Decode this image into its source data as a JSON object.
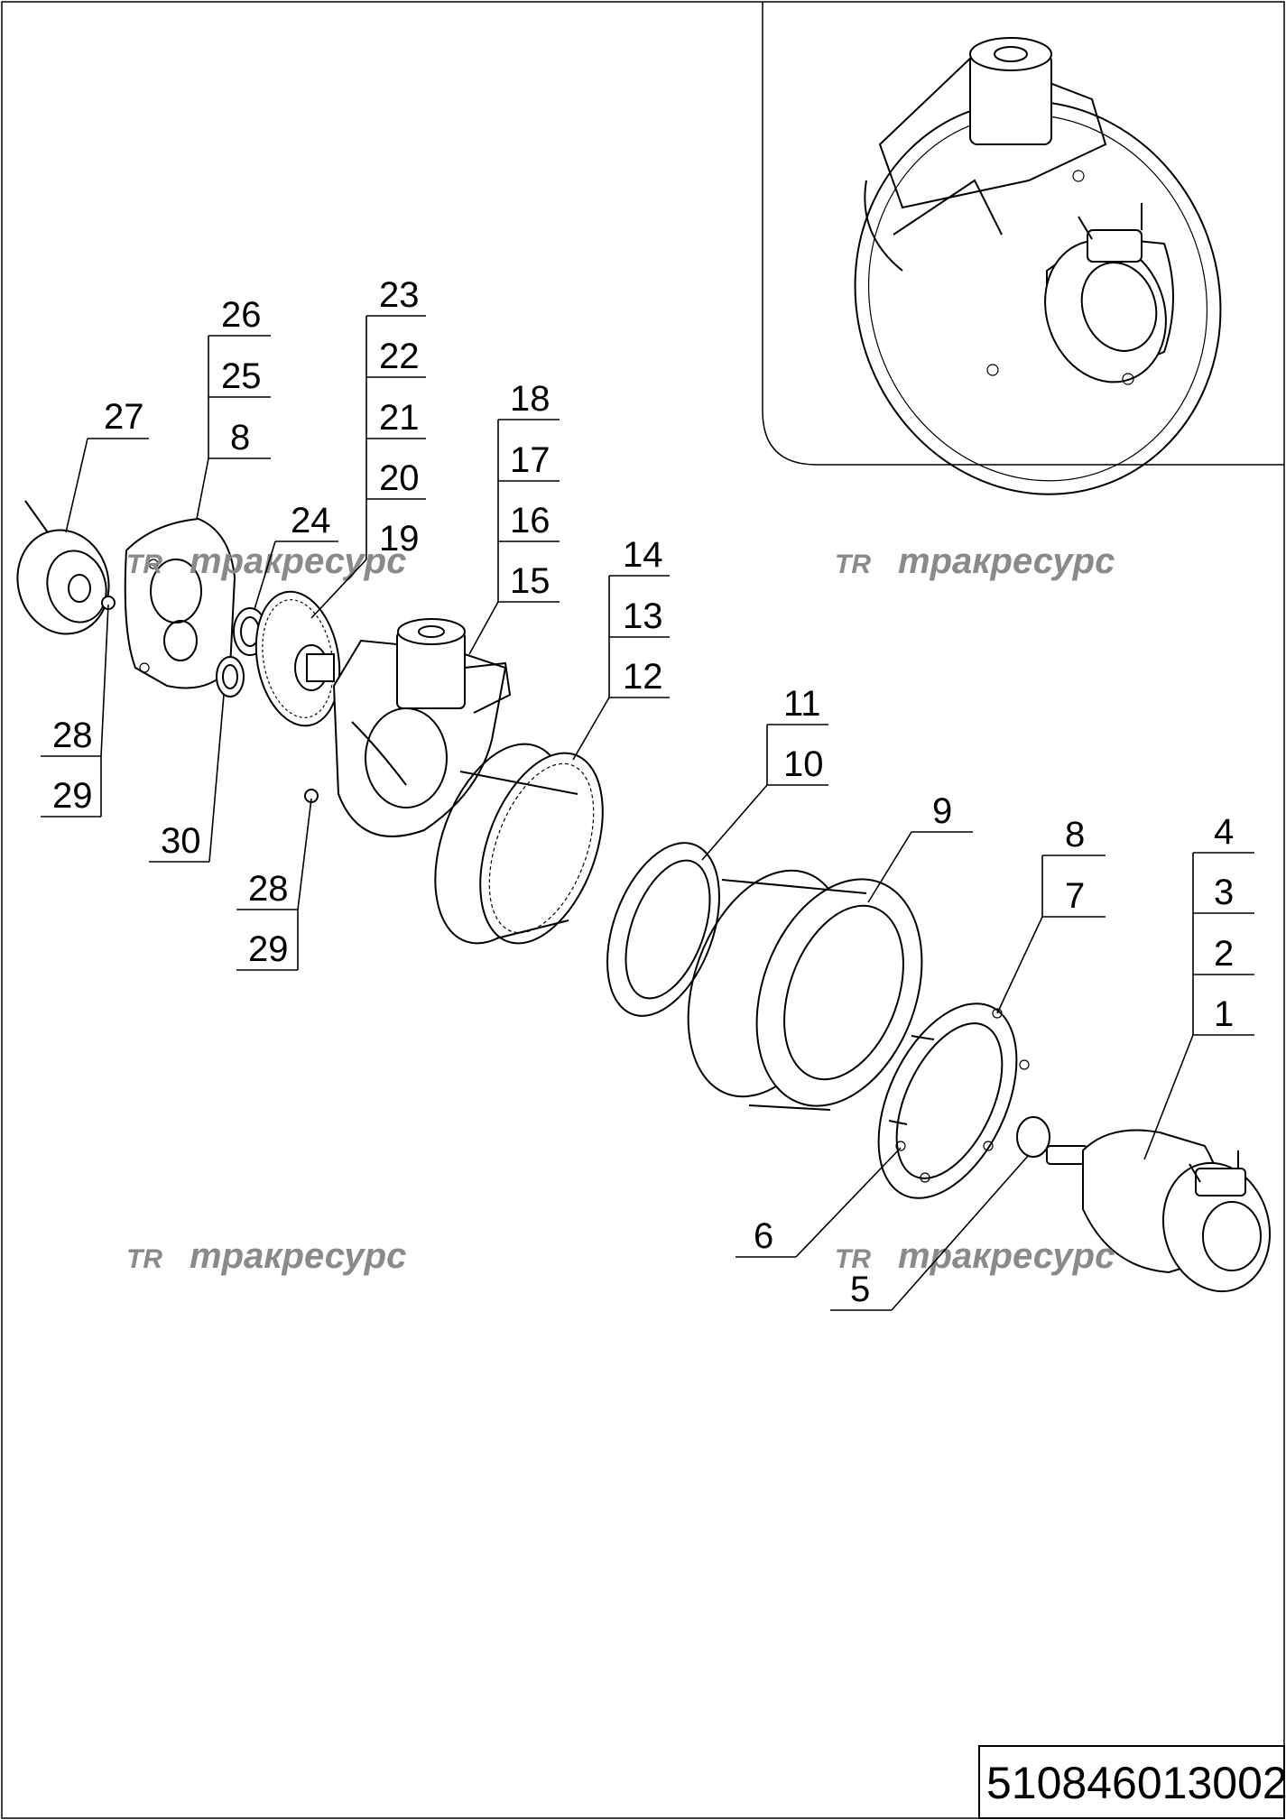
{
  "drawing_code": "510846013002",
  "watermark_text": "тракресурс",
  "watermark_logo": "TR",
  "watermark_color": "#8a8a8a",
  "callouts": [
    {
      "id": "c27",
      "labels": [
        "27"
      ]
    },
    {
      "id": "c26",
      "labels": [
        "26",
        "25",
        "8"
      ]
    },
    {
      "id": "c23",
      "labels": [
        "23",
        "22",
        "21",
        "20",
        "19"
      ]
    },
    {
      "id": "c24",
      "labels": [
        "24"
      ]
    },
    {
      "id": "c18",
      "labels": [
        "18",
        "17",
        "16",
        "15"
      ]
    },
    {
      "id": "c14",
      "labels": [
        "14",
        "13",
        "12"
      ]
    },
    {
      "id": "c11",
      "labels": [
        "11",
        "10"
      ]
    },
    {
      "id": "c9",
      "labels": [
        "9"
      ]
    },
    {
      "id": "c8",
      "labels": [
        "8",
        "7"
      ]
    },
    {
      "id": "c4",
      "labels": [
        "4",
        "3",
        "2",
        "1"
      ]
    },
    {
      "id": "c28a",
      "labels": [
        "28",
        "29"
      ]
    },
    {
      "id": "c30",
      "labels": [
        "30"
      ]
    },
    {
      "id": "c28b",
      "labels": [
        "28",
        "29"
      ]
    },
    {
      "id": "c6",
      "labels": [
        "6"
      ]
    },
    {
      "id": "c5",
      "labels": [
        "5"
      ]
    }
  ]
}
